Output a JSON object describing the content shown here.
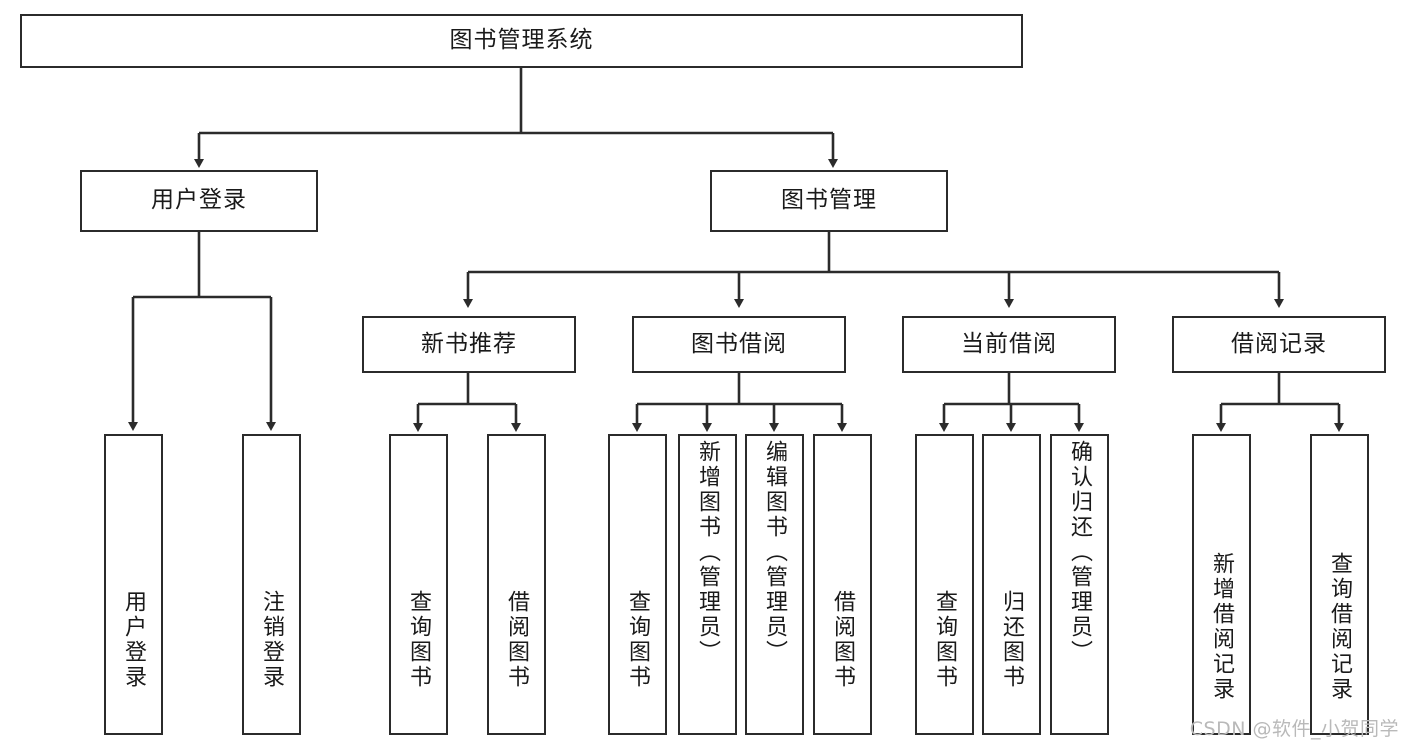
{
  "diagram": {
    "type": "tree",
    "title": "图书管理系统",
    "root": {
      "id": "root",
      "label": "图书管理系统"
    },
    "level2": [
      {
        "id": "user-login",
        "label": "用户登录"
      },
      {
        "id": "book-manage",
        "label": "图书管理"
      }
    ],
    "level3": [
      {
        "id": "new-book-recommend",
        "label": "新书推荐"
      },
      {
        "id": "book-borrow",
        "label": "图书借阅"
      },
      {
        "id": "current-borrow",
        "label": "当前借阅"
      },
      {
        "id": "borrow-record",
        "label": "借阅记录"
      }
    ],
    "leaves": {
      "user_login": [
        {
          "id": "leaf-user-login",
          "label": "用户登录"
        },
        {
          "id": "leaf-logout",
          "label": "注销登录"
        }
      ],
      "new_book_recommend": [
        {
          "id": "leaf-query-book-1",
          "label": "查询图书"
        },
        {
          "id": "leaf-borrow-book-1",
          "label": "借阅图书"
        }
      ],
      "book_borrow": [
        {
          "id": "leaf-query-book-2",
          "label": "查询图书"
        },
        {
          "id": "leaf-add-book",
          "label": "新增图书（管理员）"
        },
        {
          "id": "leaf-edit-book",
          "label": "编辑图书（管理员）"
        },
        {
          "id": "leaf-borrow-book-2",
          "label": "借阅图书"
        }
      ],
      "current_borrow": [
        {
          "id": "leaf-query-book-3",
          "label": "查询图书"
        },
        {
          "id": "leaf-return-book",
          "label": "归还图书"
        },
        {
          "id": "leaf-confirm-return",
          "label": "确认归还（管理员）"
        }
      ],
      "borrow_record": [
        {
          "id": "leaf-add-record",
          "label": "新增借阅记录"
        },
        {
          "id": "leaf-query-record",
          "label": "查询借阅记录"
        }
      ]
    },
    "colors": {
      "border": "#2b2b2b",
      "background": "#ffffff",
      "text": "#1a1a1a",
      "connector": "#2b2b2b",
      "watermark": "#b9b9b9"
    }
  },
  "watermark": {
    "text": "CSDN @软件_小贺同学"
  }
}
